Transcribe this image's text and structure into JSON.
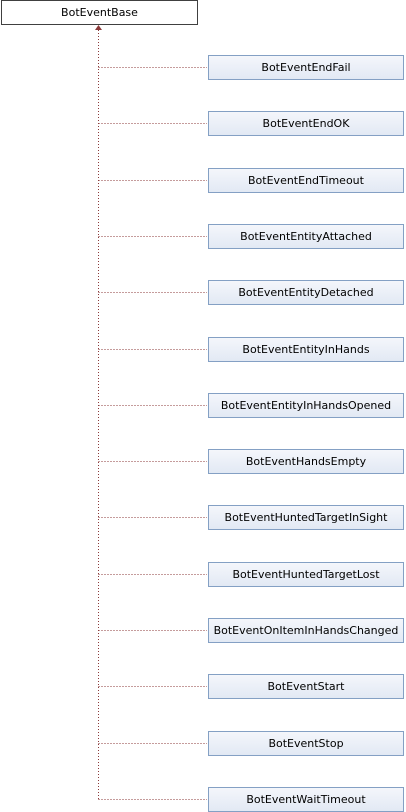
{
  "base_class": "BotEventBase",
  "derived_classes": [
    "BotEventEndFail",
    "BotEventEndOK",
    "BotEventEndTimeout",
    "BotEventEntityAttached",
    "BotEventEntityDetached",
    "BotEventEntityInHands",
    "BotEventEntityInHandsOpened",
    "BotEventHandsEmpty",
    "BotEventHuntedTargetInSight",
    "BotEventHuntedTargetLost",
    "BotEventOnItemInHandsChanged",
    "BotEventStart",
    "BotEventStop",
    "BotEventWaitTimeout"
  ],
  "colors": {
    "connector": "#8b3a3a",
    "child_border": "#84a0c4",
    "child_fill": "#e2e9f4",
    "base_border": "#404040"
  }
}
